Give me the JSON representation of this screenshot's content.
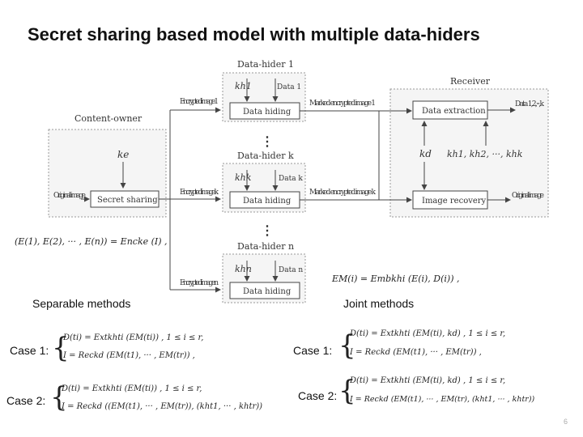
{
  "slide": {
    "title": "Secret sharing based model with multiple data-hiders",
    "page_number": "6"
  },
  "diagram": {
    "content_owner": "Content-owner",
    "ke": "ke",
    "original_image_in": "Original image",
    "secret_sharing": "Secret sharing",
    "encrypted_1": "Encrypted image 1",
    "encrypted_k": "Encrypted image k",
    "encrypted_n": "Encrypted image n",
    "data_hider_1": "Data-hider 1",
    "data_hider_k": "Data-hider k",
    "data_hider_n": "Data-hider n",
    "kh1": "kh1",
    "khk": "khk",
    "khn": "khn",
    "data_1": "Data 1",
    "data_k": "Data k",
    "data_n": "Data n",
    "data_hiding": "Data hiding",
    "marked_1": "Marked encrypted image 1",
    "marked_k": "Marked encrypted image k",
    "receiver": "Receiver",
    "data_extraction": "Data extraction",
    "data_out": "Data 1,2,···,k",
    "kd": "kd",
    "kh_list": "kh1, kh2, ···, khk",
    "image_recovery": "Image recovery",
    "original_image_out": "Original image",
    "dots": "⋮"
  },
  "equations": {
    "enc": "(E(1), E(2), ··· , E(n)) = Encke (I) ,",
    "emb": "EM(i) = Embkhi (E(i), D(i)) ,",
    "sep_case1_line1": "D(ti) = Extkhti (EM(ti)) , 1 ≤ i ≤ r,",
    "sep_case1_line2": "I = Reckd (EM(t1), ··· , EM(tr)) ,",
    "sep_case2_line1": "D(ti) = Extkhti (EM(ti)) , 1 ≤ i ≤ r,",
    "sep_case2_line2": "I = Reckd ((EM(t1), ··· , EM(tr)), (kht1, ··· , khtr))",
    "joint_case1_line1": "D(ti) = Extkhti (EM(ti), kd) , 1 ≤ i ≤ r,",
    "joint_case1_line2": "I = Reckd (EM(t1), ··· , EM(tr)) ,",
    "joint_case2_line1": "D(ti) = Extkhti (EM(ti), kd) , 1 ≤ i ≤ r,",
    "joint_case2_line2": "I = Reckd (EM(t1), ··· , EM(tr), (kht1, ··· , khtr))"
  },
  "labels": {
    "separable": "Separable methods",
    "joint": "Joint methods",
    "case1": "Case 1:",
    "case2": "Case 2:"
  }
}
